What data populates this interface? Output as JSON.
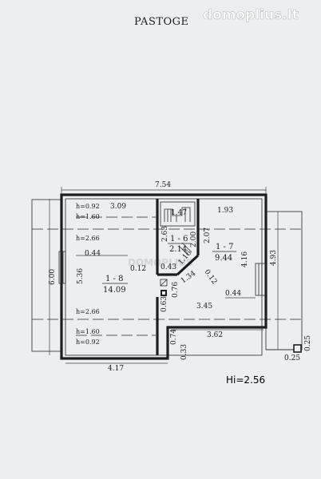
{
  "title": "PASTOGE",
  "watermark": "domoplius.lt",
  "watermark_center": "DOMOPLIUS",
  "height_note": "Hi=2.56",
  "rooms": [
    {
      "id": "1 - 8",
      "area": "14.09"
    },
    {
      "id": "1 - 6",
      "area": "2.14"
    },
    {
      "id": "1 - 7",
      "area": "9.44"
    }
  ],
  "heights": {
    "h1": "h=0.92",
    "h2": "h=1.60",
    "h3": "h=2.66",
    "h4": "h=2.66",
    "h5": "h=1.60",
    "h6": "h=0.92"
  },
  "dims": {
    "top_overall": "7.54",
    "d309": "3.09",
    "d193": "1.93",
    "d147": "1.47",
    "d263": "2.63",
    "d200": "2.00",
    "d207": "2.07",
    "d116": "1.16",
    "d134": "1.34",
    "d012a": "0.12",
    "d012b": "0.12",
    "d043": "0.43",
    "d076": "0.76",
    "d063": "0.63",
    "d044l": "0.44",
    "d044r": "0.44",
    "d600": "6.00",
    "d536": "5.36",
    "d416": "4.16",
    "d493": "4.93",
    "d345": "3.45",
    "d362": "3.62",
    "d074": "0.74",
    "d033": "0.33",
    "d417": "4.17",
    "d025a": "0.25",
    "d025b": "0.25"
  }
}
